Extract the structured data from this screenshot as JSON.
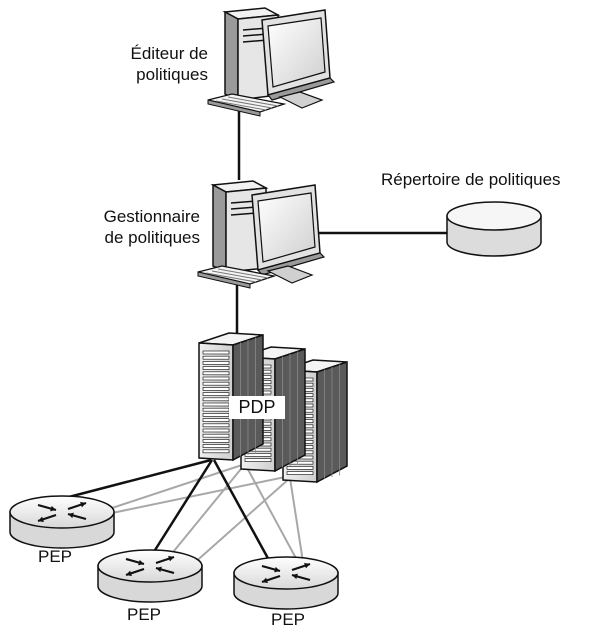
{
  "labels": {
    "policy_editor_line1": "Éditeur de",
    "policy_editor_line2": "politiques",
    "policy_manager_line1": "Gestionnaire",
    "policy_manager_line2": "de politiques",
    "policy_repository": "Répertoire de politiques",
    "pdp": "PDP",
    "pep_1": "PEP",
    "pep_2": "PEP",
    "pep_3": "PEP"
  },
  "icons": {
    "workstation": "desktop-computer-icon",
    "database": "disk-storage-icon",
    "server_rack": "server-rack-icon",
    "router": "router-icon"
  },
  "colors": {
    "line_dark": "#111111",
    "line_light": "#a8a8a8",
    "device_fill": "#e6e6e6",
    "device_dark": "#9a9a9a"
  }
}
